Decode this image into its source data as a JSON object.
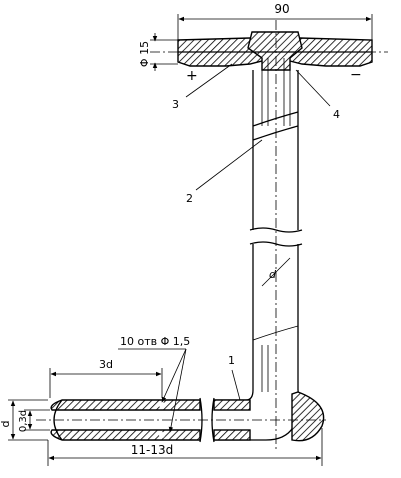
{
  "dimensions": {
    "width_top": "90",
    "diameter_head": "Φ 15",
    "length_tip": "3d",
    "holes_note": "10 отв Φ 1,5",
    "diameter_d": "d",
    "diameter_inner": "0,3d",
    "length_bottom": "11-13d"
  },
  "signs": {
    "plus": "+",
    "minus": "−"
  },
  "callouts": {
    "c1": "1",
    "c2": "2",
    "c3": "3",
    "c4": "4"
  },
  "section_mark": "d"
}
